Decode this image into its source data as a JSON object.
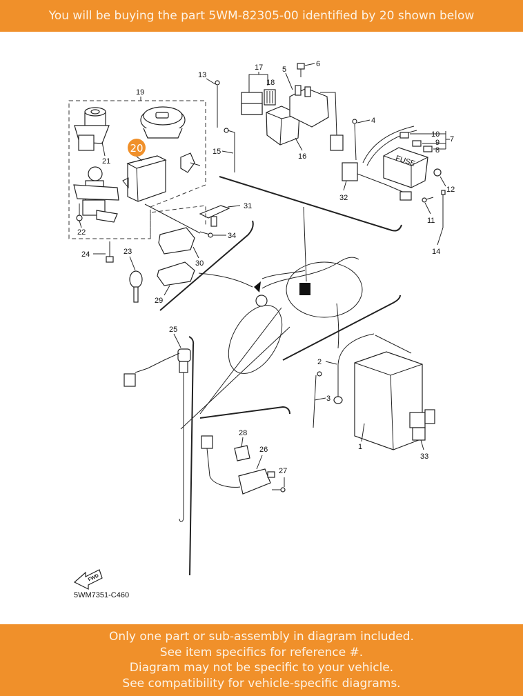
{
  "header": {
    "text": "You will be buying the part 5WM-82305-00 identified by 20 shown below"
  },
  "highlight": {
    "ref": "20",
    "color": "#f0902a"
  },
  "diagram": {
    "code": "5WM7351-C460",
    "fwd_label": "FWD",
    "fuse_label": "FUSE",
    "callouts": {
      "c1": "1",
      "c2": "2",
      "c3": "3",
      "c4": "4",
      "c5": "5",
      "c6": "6",
      "c7": "7",
      "c8": "8",
      "c9": "9",
      "c10": "10",
      "c11": "11",
      "c12": "12",
      "c13": "13",
      "c14": "14",
      "c15": "15",
      "c16": "16",
      "c17": "17",
      "c18": "18",
      "c19": "19",
      "c21": "21",
      "c22": "22",
      "c23": "23",
      "c24": "24",
      "c25": "25",
      "c26": "26",
      "c27": "27",
      "c28": "28",
      "c29": "29",
      "c30": "30",
      "c31": "31",
      "c32": "32",
      "c33": "33",
      "c34": "34"
    }
  },
  "footer": {
    "lines": [
      "Only one part or sub-assembly in diagram included.",
      "See item specifics for reference #.",
      "Diagram may not be specific to your vehicle.",
      "See compatibility for vehicle-specific diagrams."
    ]
  },
  "colors": {
    "banner": "#f0902a",
    "banner_text": "#fdf3e6"
  }
}
